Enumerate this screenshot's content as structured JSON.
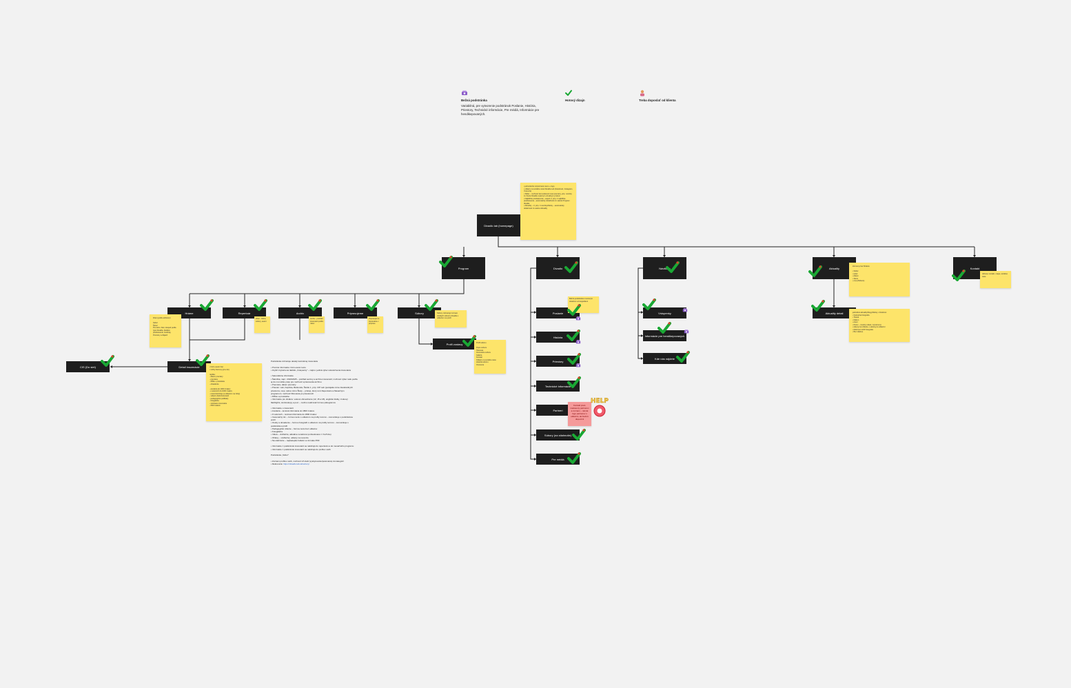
{
  "legend": {
    "regular": {
      "icon": "phone-icon",
      "title": "Bežná podstránka",
      "desc": "Variabilná, pre vytvorenie podstránok Poslanie, História, Priestory, Technické informácie, Pre médiá, Informácie pre hendikepovaných."
    },
    "done": {
      "icon": "checkmark-icon",
      "title": "Hotový dizajn"
    },
    "client": {
      "icon": "person-icon",
      "title": "Treba dopos­lať od klienta"
    }
  },
  "nodes": {
    "home": "Divadlo lab (homepage)",
    "program": "Program",
    "hrame": "Hráme",
    "repertoar": "Repertoár",
    "archiv": "Archív",
    "pripravujeme": "Pripravujeme",
    "subory": "Súbory",
    "profil_zostavy": "Profil zostavy",
    "detail": "Detail inscenácie",
    "cis": "CIS (Do siet)",
    "divadlo": "Divadlo",
    "poslanie": "Poslanie",
    "historia": "História",
    "priestory": "Priestory",
    "technicke": "Technické informácie",
    "partneri": "Partneri",
    "subory_stiahnutie": "Súbory (na stiahnutie)",
    "pre_media": "Pre médiá",
    "navstevy": "Návštevy",
    "vstupenky": "Vstupenky",
    "hendikep": "Informácie pre hendikepovaných",
    "kde_nas": "Kde nás nájdete",
    "aktuality": "Aktuality",
    "aktuality_detail": "Aktuality detail",
    "kontakt": "Kontakt"
  },
  "stickies": {
    "home": "• jednoduché rozpoznané menu + logo\n• odkazy na sociálne siete Divadla Lab (Facebook, Instagram, Youtu-be)\n• Slider – možnosť komunikovať nové premiéry, príp. novinky zo života Divadla výrazným vizuálnym prvkom\n• Najbližšie predstavenia – aspoň 3, príp. 4 najbližšie predstavenia – automaticky dotiahnuté zo sekcie Program divadla\n• Aktuality – 3, príp. 4 novinky/články – automaticky dotiahnuté zo sekcie Aktuality",
    "hrame": "Filter (podľa atribútov):\n\nSúbor\nŽáner\nPre koho: Deti, dospelí podľa typu Divadla, študijné predstavenie, festivaly, Premiéry a Zájazd",
    "repertoar": "Filter - žánre, súbory, autori",
    "archiv": "Archív - prehľad inscenácií podľa rokov",
    "pripravujeme": "Pripravujeme\nInscenácie v príprave",
    "subory": "Súbory zobrazujú zoznam všetkých súborov divadla s odkazom na profil",
    "profil": "Profil súboru\n\nPopis súboru\nČlenovia\nInscenácie súboru\nGaléria\nKontakt\nOdkazy na sociálne siete\nHistória súboru\nOcenenia",
    "detail": "• Kód a autor hier\n• Určitý žánrový (pre-rok)\n\nreplika:\n- dátum premiéry\n- premiéra\n- dĺžka + prestávka\n- obsadenie\n\n- anotácia do 1000 znakov\n- o autoroch do 1000 znakov\n- recenzie/zdroje (s odkazom na zdroj)\n- videá k dielu/inscenácii\n- pedagogické podklady\n- fotogaléria\n- súvisiace inscenácie\n- PDF bulletin",
    "divadlo_poslanie": "Bežná podstránka s textovým obsahom a fotografiami",
    "partneri": "Kontakt pred-nastavený partnerov a zoznam – návrat logo partnerov s odkazmi, ak budú k dispozícii",
    "aktuality_filter": "Zoznamy bez filtrácie:\n\n• Súbor\n• autor\n• dátum\n• žánre\n• cca (Zlúčené)",
    "aktuality_detail": "jednotlivé aktuality/blogy/články v štruktúre:\n• Ilustračná fotografia\n• Titulok\n• Dátum\n• Autor\n• Perex – úvodný odsek, zvýraznený\n• Hlavný text článku, s aktívnymi odkazmi\n• Možnosť vložiť fotografie\n• Buz dialóne",
    "kontakt": "Adresa, kontakt, mapa, sociálne siete"
  },
  "help_badge": "HELP",
  "notes": {
    "lines": [
      "Podstránka zobrazuje detaily konkrétnej inscenácie",
      "",
      "• Prvotné informácie: titul a autor textu",
      "• Zvýšiť zvýraznené tlačidlo „Vstupenky\" – nájmu: jediná výber uskutočnenia inscenácie",
      "",
      "• Sekundárne informácie",
      "• Šatnička, napr.: 2024/2025 – prehľad sezóny a archívu inscenácií; možnosť výber radu podľa",
      "  aj do mi-mobile pretp pre možnosť upravovania archívu",
      "• Premiéra, dátum premiéry",
      "• Priestor: Lab, Kaplnka, Barkonda, Štúdio 1, príp. CIP Lab (podujatia mimo štandardných",
      "  priestorov, resp. úplne mimo Školy – prístup, ktorý sú k Repertoáru a Mesačným",
      "  programom; možnosť filtrovania po priestoroch",
      "• Dĺžka: a prestávka",
      "• Informácie pre divákov: vekové obmedzenie (12, 15 a 18), anglické titulky, zvukový",
      "  flashlights, stroboskopy a pod. – možno realizovať formou piktogramov",
      "",
      "• Informácie o inscenácii:",
      "• Anotácia – textová informácia do 1800 znakov",
      "• O autoroch – textová informácia do 1800 znakov",
      "• Inscenačný tím – formou textu s odkazom na profily tvorcov – komunikuje s podstránkou",
      "  profil",
      "• Osoby a obsadenie – formou fotografií s odkazom na profily tvorcov – komunikuje s",
      "  podstránkou profil",
      "• Pedagogické videnie – formou textu bez odkazov",
      "• Fotogaléria",
      "• Videá – vložiteľné, aktuálne nenáimné (embedované z YouTube)",
      "• Ohlasy – vložiteľné, odkazy na recenzie",
      "• Na stiahnutie – najčastejšie bulletin vo formáte PDF",
      "",
      "• Informácie z podstránok inscenácií sa naťahujú do repertoáru a do mesačného programu",
      "• Informácie z podstránok inscenácií sa naťahujú do profilov osôb",
      "",
      "Podstránka „Súbor\"",
      "",
      "• Zoznam profilov osôb, možnosť ich delit (vyskytovanie/posúvanie) do kategórií",
      "• Referencia:"
    ],
    "link": "https://divadlo.lab.sk/subory/"
  },
  "colors": {
    "background": "#f2f2f2",
    "node": "#1e1e1e",
    "sticky": "#fde46a",
    "sticky_alert": "#f59a9a",
    "check": "#1aa834",
    "connector": "#222222"
  }
}
